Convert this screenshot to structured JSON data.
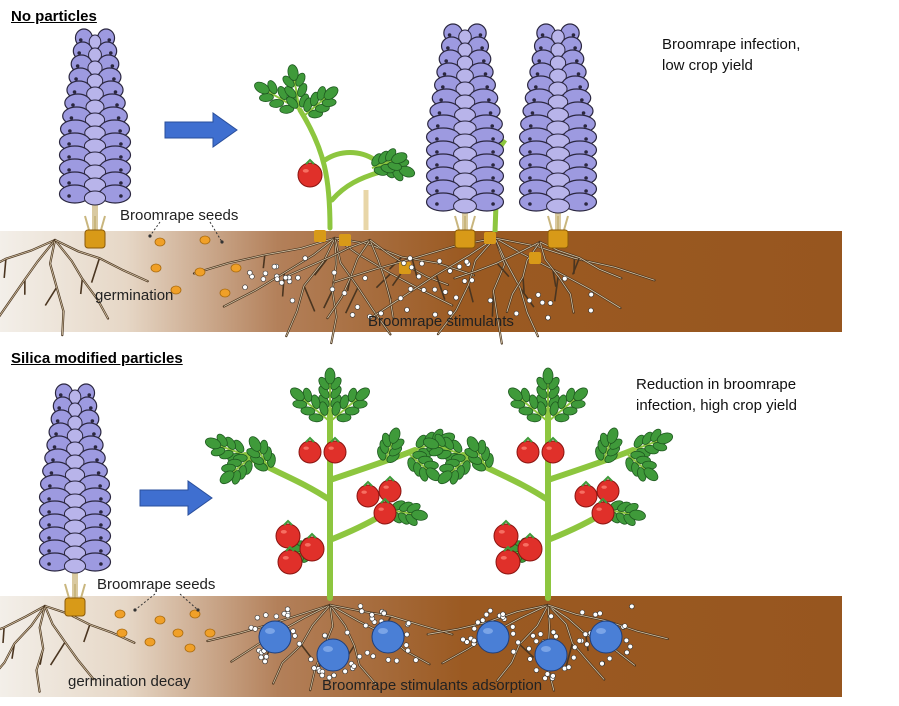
{
  "panels": [
    {
      "title": "No particles",
      "outcome_line1": "Broomrape infection,",
      "outcome_line2": "low crop yield",
      "seeds_label": "Broomrape seeds",
      "germination_label": "germination",
      "stimulants_label": "Broomrape stimulants"
    },
    {
      "title": "Silica modified particles",
      "outcome_line1": "Reduction in broomrape",
      "outcome_line2": "infection, high crop yield",
      "seeds_label": "Broomrape seeds",
      "germination_label": "germination decay",
      "stimulants_label": "Broomrape stimulants adsorption"
    }
  ],
  "colors": {
    "soil_dark": "#9b5a22",
    "soil_light": "#f3efe9",
    "flower": "#9d9ae0",
    "flower_outline": "#2b2740",
    "stem_green": "#8dc63f",
    "leaf_green": "#3f9a3a",
    "tomato": "#e0302a",
    "arrow_blue": "#3f6fd0",
    "particle_blue": "#4a7fd6",
    "seed_orange": "#f0a028",
    "tuber": "#d89a18",
    "root": "#4a3520"
  }
}
